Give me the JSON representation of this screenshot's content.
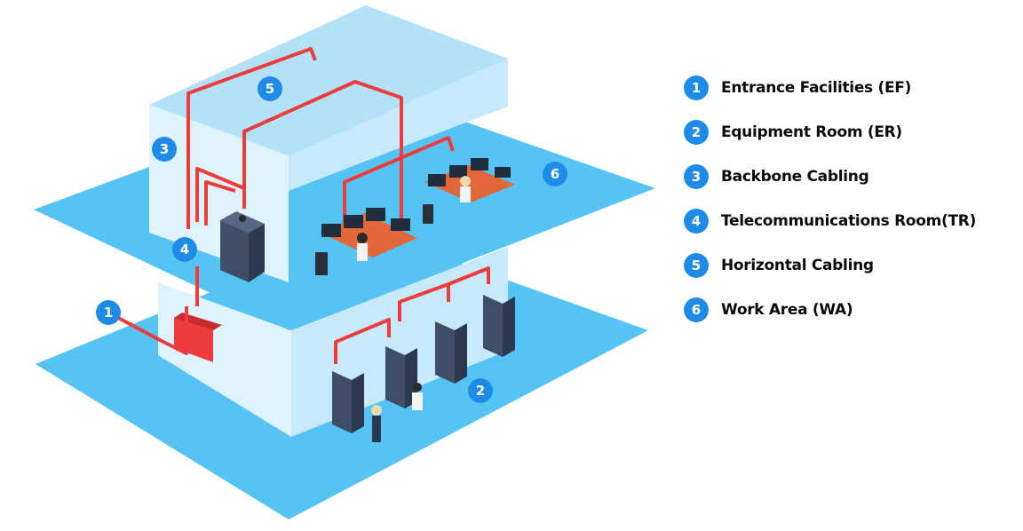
{
  "colors": {
    "floor": "#55c4f5",
    "wall_light": "#dff3fd",
    "wall_mid": "#c6e9fb",
    "wall_top": "#b3e2f8",
    "cable": "#ee3b3b",
    "badge": "#1e8be8",
    "rack": "#3e4e66"
  },
  "scene_markers": [
    {
      "number": "1",
      "icon": "entrance-facilities-marker"
    },
    {
      "number": "2",
      "icon": "equipment-room-marker"
    },
    {
      "number": "3",
      "icon": "backbone-cabling-marker"
    },
    {
      "number": "4",
      "icon": "telecom-room-marker"
    },
    {
      "number": "5",
      "icon": "horizontal-cabling-marker"
    },
    {
      "number": "6",
      "icon": "work-area-marker"
    }
  ],
  "legend": [
    {
      "number": "1",
      "label": "Entrance Facilities (EF)"
    },
    {
      "number": "2",
      "label": "Equipment Room (ER)"
    },
    {
      "number": "3",
      "label": "Backbone Cabling"
    },
    {
      "number": "4",
      "label": "Telecommunications Room(TR)"
    },
    {
      "number": "5",
      "label": "Horizontal Cabling"
    },
    {
      "number": "6",
      "label": "Work Area (WA)"
    }
  ]
}
